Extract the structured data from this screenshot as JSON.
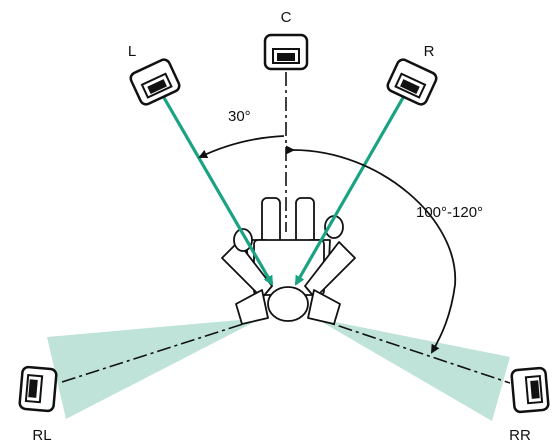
{
  "speakers": {
    "c": {
      "label": "C"
    },
    "l": {
      "label": "L"
    },
    "r": {
      "label": "R"
    },
    "rl": {
      "label": "RL"
    },
    "rr": {
      "label": "RR"
    }
  },
  "angles": {
    "front": "30°",
    "rear": "100°-120°"
  },
  "colors": {
    "green": "#1aa382",
    "wedge": "#bfe3d9",
    "line": "#111111"
  }
}
